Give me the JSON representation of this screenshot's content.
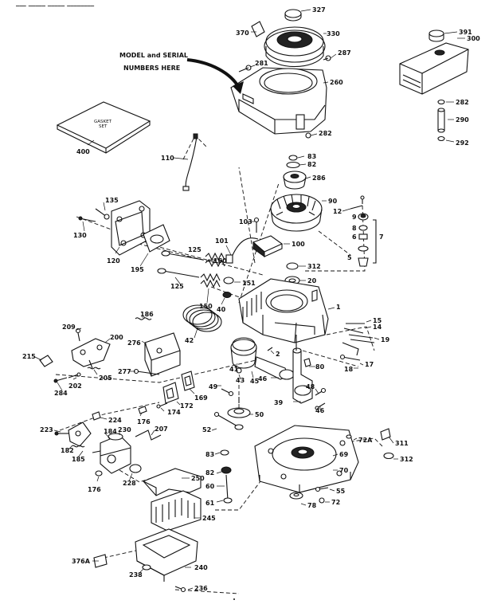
{
  "header": {
    "top_text": "___  _____ _____  ________"
  },
  "callout": {
    "line1": "MODEL and SERIAL",
    "line2": "NUMBERS HERE"
  },
  "gasket_text": {
    "line1": "GASKET",
    "line2": "SET"
  },
  "parts": [
    {
      "id": "327",
      "text": "327"
    },
    {
      "id": "370",
      "text": "370"
    },
    {
      "id": "330",
      "text": "330"
    },
    {
      "id": "287",
      "text": "287"
    },
    {
      "id": "281",
      "text": "281"
    },
    {
      "id": "260",
      "text": "260"
    },
    {
      "id": "282a",
      "text": "282"
    },
    {
      "id": "400",
      "text": "400"
    },
    {
      "id": "110",
      "text": "110"
    },
    {
      "id": "83a",
      "text": "83"
    },
    {
      "id": "82a",
      "text": "82"
    },
    {
      "id": "286",
      "text": "286"
    },
    {
      "id": "90",
      "text": "90"
    },
    {
      "id": "12",
      "text": "12"
    },
    {
      "id": "9",
      "text": "9"
    },
    {
      "id": "8",
      "text": "8"
    },
    {
      "id": "6",
      "text": "6"
    },
    {
      "id": "5",
      "text": "5"
    },
    {
      "id": "7",
      "text": "7"
    },
    {
      "id": "135",
      "text": "135"
    },
    {
      "id": "130",
      "text": "130"
    },
    {
      "id": "103",
      "text": "103"
    },
    {
      "id": "101",
      "text": "101"
    },
    {
      "id": "100",
      "text": "100"
    },
    {
      "id": "120",
      "text": "120"
    },
    {
      "id": "125a",
      "text": "125"
    },
    {
      "id": "195",
      "text": "195"
    },
    {
      "id": "160a",
      "text": "160"
    },
    {
      "id": "312a",
      "text": "312"
    },
    {
      "id": "20",
      "text": "20"
    },
    {
      "id": "151",
      "text": "151"
    },
    {
      "id": "125b",
      "text": "125"
    },
    {
      "id": "150",
      "text": "150"
    },
    {
      "id": "40",
      "text": "40"
    },
    {
      "id": "1",
      "text": "1"
    },
    {
      "id": "186",
      "text": "186"
    },
    {
      "id": "15",
      "text": "15"
    },
    {
      "id": "14",
      "text": "14"
    },
    {
      "id": "19",
      "text": "19"
    },
    {
      "id": "209",
      "text": "209"
    },
    {
      "id": "200",
      "text": "200"
    },
    {
      "id": "276",
      "text": "276"
    },
    {
      "id": "42",
      "text": "42"
    },
    {
      "id": "215",
      "text": "215"
    },
    {
      "id": "2",
      "text": "2"
    },
    {
      "id": "17",
      "text": "17"
    },
    {
      "id": "18",
      "text": "18"
    },
    {
      "id": "41",
      "text": "41"
    },
    {
      "id": "46a",
      "text": "46"
    },
    {
      "id": "80",
      "text": "80"
    },
    {
      "id": "205",
      "text": "205"
    },
    {
      "id": "277",
      "text": "277"
    },
    {
      "id": "43",
      "text": "43"
    },
    {
      "id": "202",
      "text": "202"
    },
    {
      "id": "284",
      "text": "284"
    },
    {
      "id": "169",
      "text": "169"
    },
    {
      "id": "45",
      "text": "45"
    },
    {
      "id": "39",
      "text": "39"
    },
    {
      "id": "46b",
      "text": "46"
    },
    {
      "id": "49",
      "text": "49"
    },
    {
      "id": "48",
      "text": "48"
    },
    {
      "id": "172",
      "text": "172"
    },
    {
      "id": "174",
      "text": "174"
    },
    {
      "id": "50",
      "text": "50"
    },
    {
      "id": "176a",
      "text": "176"
    },
    {
      "id": "224",
      "text": "224"
    },
    {
      "id": "223",
      "text": "223"
    },
    {
      "id": "207",
      "text": "207"
    },
    {
      "id": "184",
      "text": "184"
    },
    {
      "id": "230",
      "text": "230"
    },
    {
      "id": "52",
      "text": "52"
    },
    {
      "id": "182",
      "text": "182"
    },
    {
      "id": "185",
      "text": "185"
    },
    {
      "id": "72A",
      "text": "72A"
    },
    {
      "id": "311",
      "text": "311"
    },
    {
      "id": "312b",
      "text": "312"
    },
    {
      "id": "83b",
      "text": "83"
    },
    {
      "id": "69",
      "text": "69"
    },
    {
      "id": "70",
      "text": "70"
    },
    {
      "id": "176b",
      "text": "176"
    },
    {
      "id": "228",
      "text": "228"
    },
    {
      "id": "250",
      "text": "250"
    },
    {
      "id": "82b",
      "text": "82"
    },
    {
      "id": "60",
      "text": "60"
    },
    {
      "id": "55",
      "text": "55"
    },
    {
      "id": "72",
      "text": "72"
    },
    {
      "id": "61",
      "text": "61"
    },
    {
      "id": "78",
      "text": "78"
    },
    {
      "id": "245",
      "text": "245"
    },
    {
      "id": "376A",
      "text": "376A"
    },
    {
      "id": "238",
      "text": "238"
    },
    {
      "id": "240",
      "text": "240"
    },
    {
      "id": "236",
      "text": "236"
    },
    {
      "id": "391",
      "text": "391"
    },
    {
      "id": "300",
      "text": "300"
    },
    {
      "id": "282b",
      "text": "282"
    },
    {
      "id": "290",
      "text": "290"
    },
    {
      "id": "292",
      "text": "292"
    }
  ]
}
